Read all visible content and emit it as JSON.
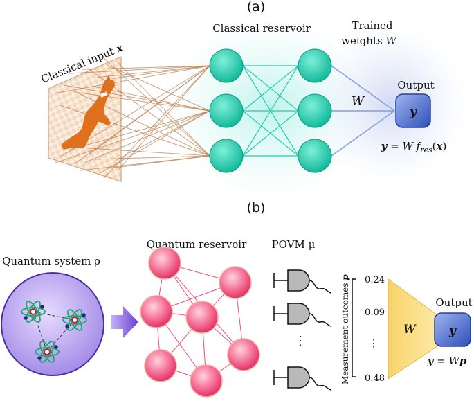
{
  "panel_a": {
    "label": "(a)",
    "input_label": "Classical input ",
    "input_symbol": "x",
    "reservoir_label": "Classical reservoir",
    "weights_line1": "Trained",
    "weights_line2": "weights ",
    "weights_symbol": "W",
    "edge_label": "W",
    "output_label": "Output",
    "output_symbol": "y",
    "formula_lhs": "y",
    "formula_mid": " = W f",
    "formula_sub": "res",
    "formula_open": "(",
    "formula_x": "x",
    "formula_close": ")",
    "colors": {
      "neuron": "#22ccb0",
      "output": "#4466cc",
      "cat": "#e0701c"
    }
  },
  "panel_b": {
    "label": "(b)",
    "system_label": "Quantum system ρ",
    "reservoir_label": "Quantum reservoir",
    "povm_label": "POVM μ",
    "measure_axis_label": "Measurement outcomes ",
    "measure_axis_symbol": "p",
    "values": [
      "0.24",
      "0.09",
      "⋮",
      "0.48"
    ],
    "detector_dots": "⋮",
    "weight_label": "W",
    "output_label": "Output",
    "output_symbol": "y",
    "formula_lhs": "y",
    "formula_mid": " = W",
    "formula_p": "p",
    "colors": {
      "neuron": "#f0487a",
      "sphere": "#b9a4ee",
      "trapezoid": "#f5c451",
      "arrow": "#7b4fe0"
    }
  }
}
